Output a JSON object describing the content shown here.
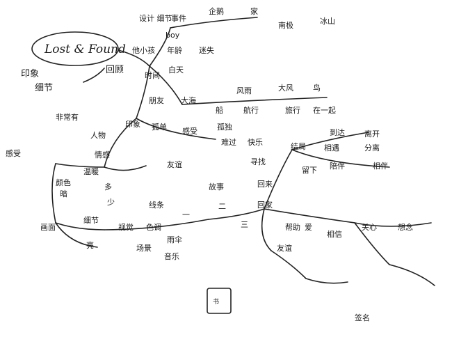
{
  "title": "Lost & Found",
  "nodes": {
    "subtitle_1": "印象",
    "subtitle_2": "细节",
    "setting": "设计\n细节",
    "thing": "事件",
    "boy": "boy",
    "kid": "他小孩",
    "glance": "印象",
    "before": "回顾",
    "age": "年龄",
    "lost": "迷失",
    "penguin": "企鹅",
    "home": "家",
    "time": "时间",
    "south_pole": "南极",
    "sea": "大海",
    "day": "白天",
    "storm": "风雨",
    "bird": "鸟",
    "travel": "旅行",
    "ship": "船",
    "sail": "航行",
    "together": "在一起",
    "friend": "朋友",
    "alone": "孤单",
    "feel": "感受",
    "lonely": "孤独",
    "sad": "难过",
    "happy": "快乐",
    "find": "寻找",
    "return": "回来",
    "home_back": "回家",
    "ending": "结局",
    "story": "故事",
    "help": "帮助",
    "company": "陪伴",
    "love": "爱",
    "warm": "温暖",
    "trust": "相信",
    "care": "关心",
    "miss": "想念",
    "book": "书",
    "side_a": "友谊",
    "side_b": "友谊",
    "wind": "大风",
    "ice": "冰山",
    "umbrella": "雨伞",
    "music": "音乐",
    "together2": "相伴",
    "left_1": "非常有",
    "left_2": "感受",
    "people": "人物",
    "emotion": "情感",
    "picture": "画面",
    "colour": "颜色",
    "dark": "暗",
    "bright": "亮",
    "line": "线条",
    "detail": "细节",
    "visual": "视觉",
    "tone": "色调",
    "scene": "场景",
    "many": "多",
    "few": "少",
    "one": "一",
    "two": "二",
    "three": "三",
    "arrive": "到达",
    "leave": "离开",
    "meet": "相遇",
    "part": "分离",
    "stay": "留下",
    "sign": "签名"
  }
}
